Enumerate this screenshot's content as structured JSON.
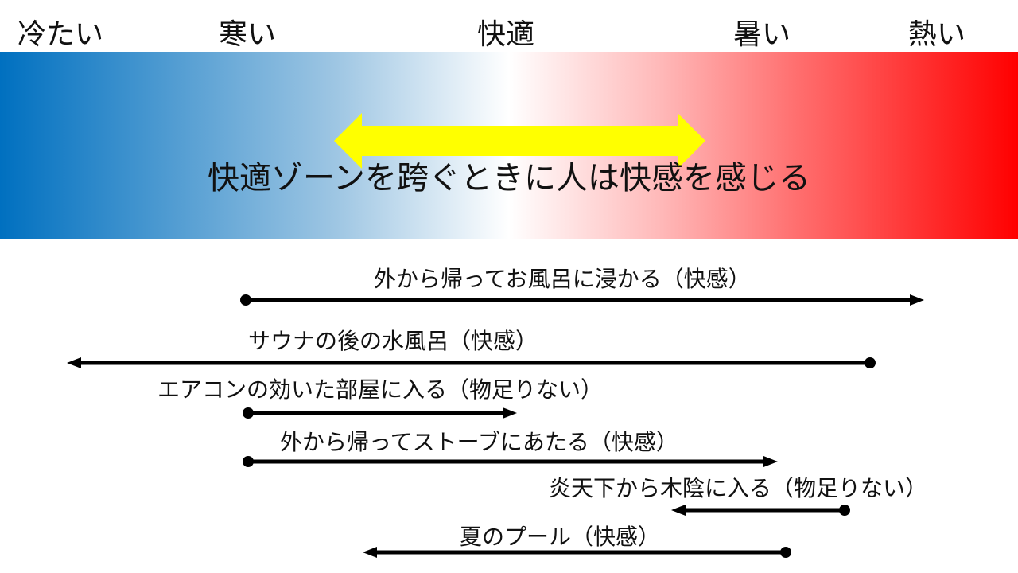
{
  "scale": {
    "cold": "冷たい",
    "cool": "寒い",
    "comfortable": "快適",
    "warm": "暑い",
    "hot": "熱い"
  },
  "banner": "快適ゾーンを跨ぐときに人は快感を感じる",
  "colors": {
    "cold_blue": "#0070c0",
    "hot_red": "#ff0000",
    "zone_arrow": "#ffff00",
    "arrow_line": "#000000"
  },
  "examples": [
    {
      "label": "外から帰ってお風呂に浸かる（快感）",
      "direction": "toward-hot"
    },
    {
      "label": "サウナの後の水風呂（快感）",
      "direction": "toward-cold"
    },
    {
      "label": "エアコンの効いた部屋に入る（物足りない）",
      "direction": "toward-hot"
    },
    {
      "label": "外から帰ってストーブにあたる（快感）",
      "direction": "toward-hot"
    },
    {
      "label": "炎天下から木陰に入る（物足りない）",
      "direction": "toward-cold"
    },
    {
      "label": "夏のプール（快感）",
      "direction": "toward-cold"
    }
  ]
}
